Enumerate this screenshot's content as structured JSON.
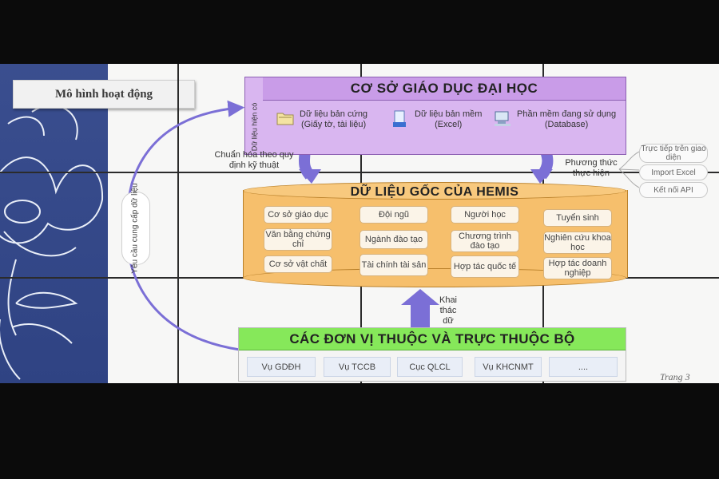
{
  "slide": {
    "heading": "Mô hình hoạt động",
    "page_label": "Trang 3"
  },
  "top_box": {
    "title": "CƠ SỞ GIÁO DỤC ĐẠI HỌC",
    "side_label": "Dữ liệu hiện có",
    "sources": [
      {
        "icon": "folder-icon",
        "line1": "Dữ liệu bản cứng",
        "line2": "(Giấy tờ, tài liệu)"
      },
      {
        "icon": "file-excel-icon",
        "line1": "Dữ liệu bản mềm",
        "line2": "(Excel)"
      },
      {
        "icon": "computer-icon",
        "line1": "Phần mềm đang sử dụng",
        "line2": "(Database)"
      }
    ]
  },
  "arrows": {
    "standardize": "Chuẩn hóa theo quy định kỹ thuật",
    "method": "Phương thức thực hiện",
    "exploit": "Khai thác dữ liệu",
    "request": "Yêu cầu cung cấp dữ liệu"
  },
  "methods": [
    "Trực tiếp trên giao diện",
    "Import Excel",
    "Kết nối API"
  ],
  "database": {
    "title": "DỮ LIỆU GỐC CỦA HEMIS",
    "items": [
      "Cơ sở giáo dục",
      "Đội ngũ",
      "Người học",
      "Tuyển sinh",
      "Văn bằng chứng chỉ",
      "Ngành đào tạo",
      "Chương trình đào tạo",
      "Nghiên cứu khoa học",
      "Cơ sở vật chất",
      "Tài chính tài sản",
      "Hợp tác quốc tế",
      "Hợp tác doanh nghiệp"
    ]
  },
  "units": {
    "title": "CÁC ĐƠN VỊ THUỘC VÀ TRỰC THUỘC BỘ",
    "items": [
      "Vụ GDĐH",
      "Vụ TCCB",
      "Cục QLCL",
      "Vụ KHCNMT",
      "...."
    ]
  },
  "colors": {
    "top_box": "#d9b6f0",
    "database": "#f6bf6c",
    "units_header": "#86e85a",
    "arrow": "#7b6fd6",
    "left_panel": "#3a4e8f"
  }
}
